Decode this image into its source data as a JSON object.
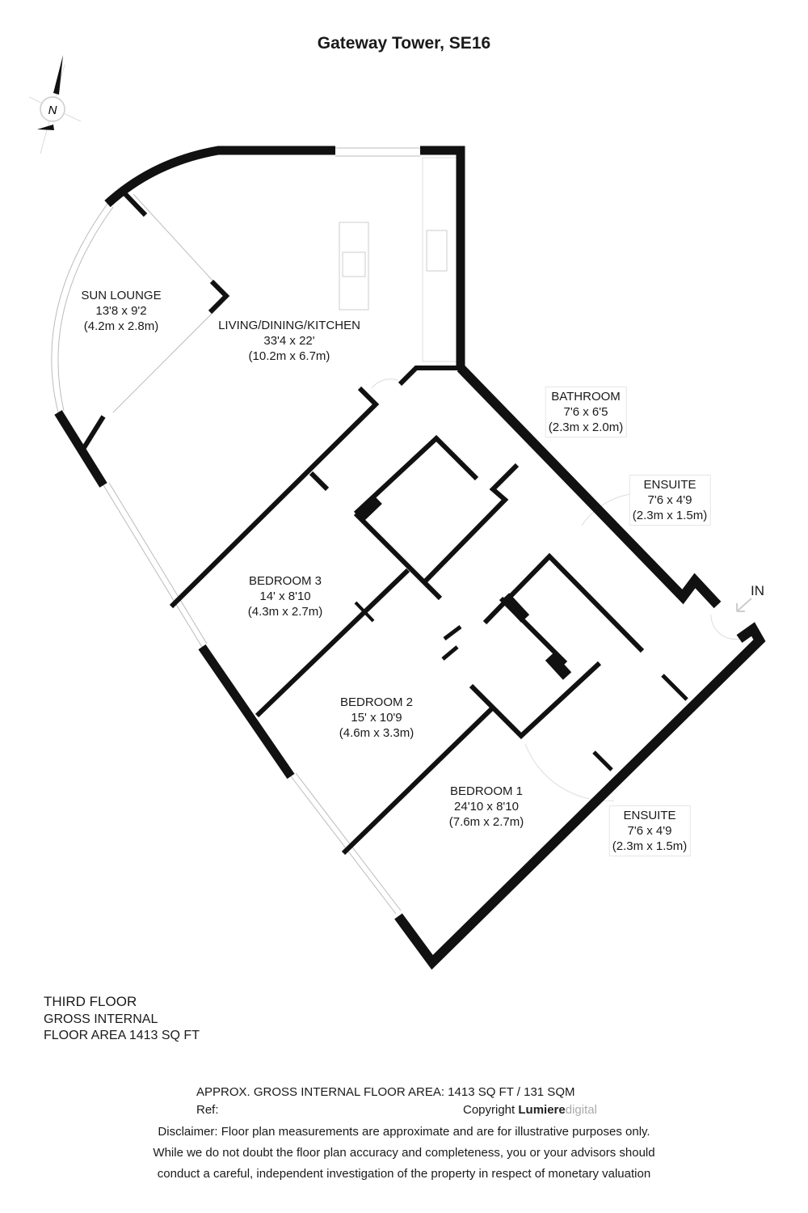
{
  "title": "Gateway Tower, SE16",
  "compass": {
    "label": "N"
  },
  "entrance_label": "IN",
  "rooms": [
    {
      "name": "SUN LOUNGE",
      "imperial": "13'8 x 9'2",
      "metric": "(4.2m x 2.8m)"
    },
    {
      "name": "LIVING/DINING/KITCHEN",
      "imperial": "33'4 x 22'",
      "metric": "(10.2m x 6.7m)"
    },
    {
      "name": "BATHROOM",
      "imperial": "7'6 x 6'5",
      "metric": "(2.3m x 2.0m)"
    },
    {
      "name": "ENSUITE",
      "imperial": "7'6 x 4'9",
      "metric": "(2.3m x 1.5m)"
    },
    {
      "name": "BEDROOM 3",
      "imperial": "14' x 8'10",
      "metric": "(4.3m x 2.7m)"
    },
    {
      "name": "BEDROOM 2",
      "imperial": "15' x 10'9",
      "metric": "(4.6m x 3.3m)"
    },
    {
      "name": "BEDROOM 1",
      "imperial": "24'10 x 8'10",
      "metric": "(7.6m x 2.7m)"
    },
    {
      "name": "ENSUITE",
      "imperial": "7'6 x 4'9",
      "metric": "(2.3m x 1.5m)"
    }
  ],
  "floor_info": {
    "floor": "THIRD FLOOR",
    "line1": "GROSS INTERNAL",
    "line2": "FLOOR AREA 1413 SQ FT"
  },
  "footer": {
    "area": "APPROX. GROSS INTERNAL FLOOR AREA: 1413 SQ FT / 131 SQM",
    "ref": "Ref:",
    "copyright": "Copyright",
    "brand_bold": "Lumiere",
    "brand_light": "digital",
    "disclaimer": [
      "Disclaimer: Floor plan measurements are approximate and are for illustrative purposes only.",
      "While we do not doubt the floor plan accuracy and completeness, you or your advisors should",
      "conduct a careful, independent investigation of the property in respect of monetary valuation"
    ]
  }
}
